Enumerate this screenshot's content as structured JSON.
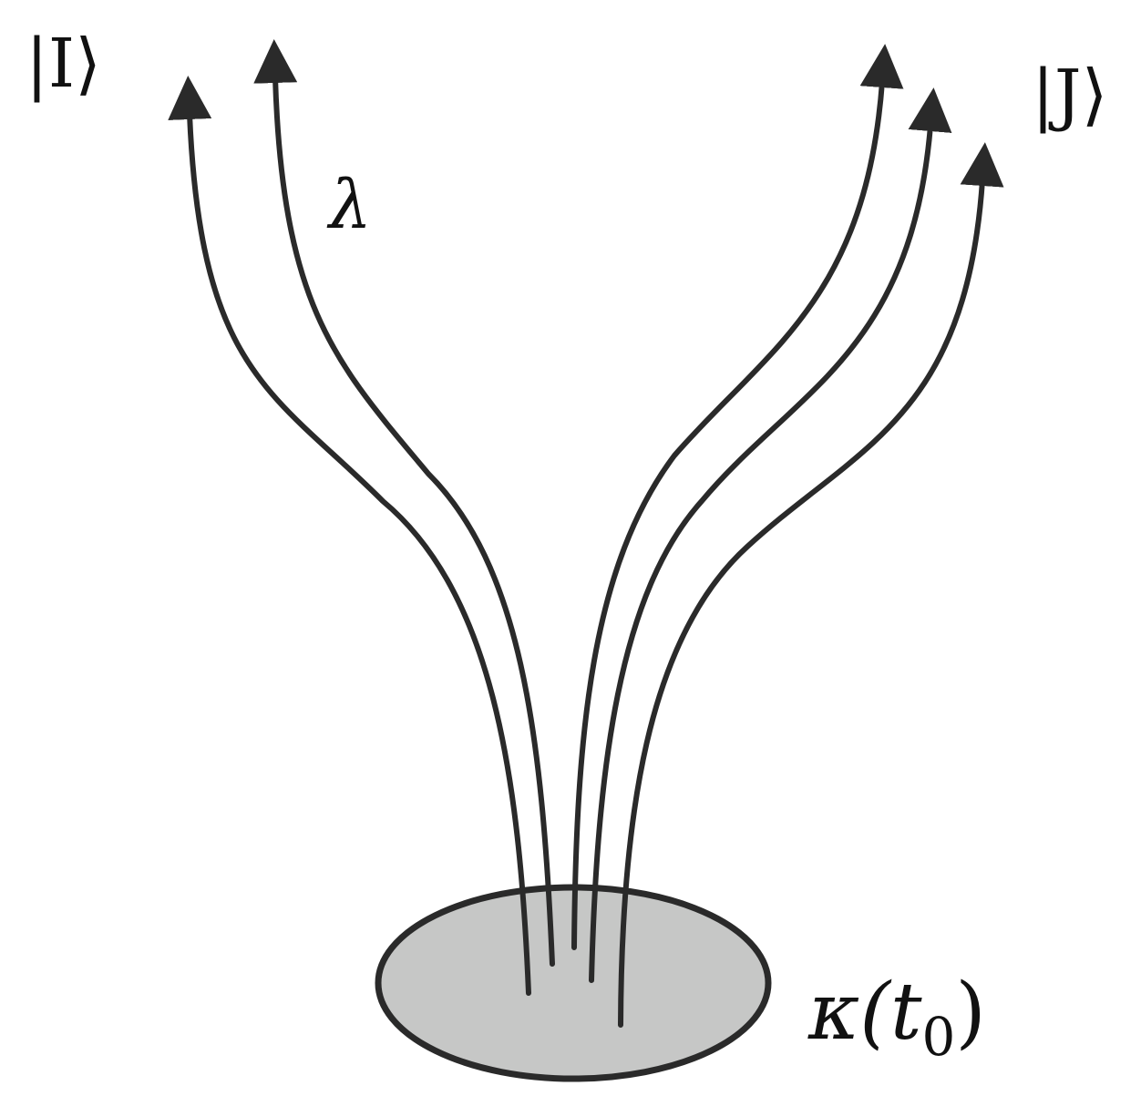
{
  "labels": {
    "state_i": "|I⟩",
    "state_j": "|J⟩",
    "parameter": "λ",
    "region": "κ(t",
    "region_subscript": "0",
    "region_close": ")"
  },
  "colors": {
    "stroke": "#2a2a2a",
    "region_fill": "#c6c7c6",
    "label": "#111111"
  },
  "trajectories": {
    "count": 5,
    "left_group": 2,
    "right_group": 3
  }
}
